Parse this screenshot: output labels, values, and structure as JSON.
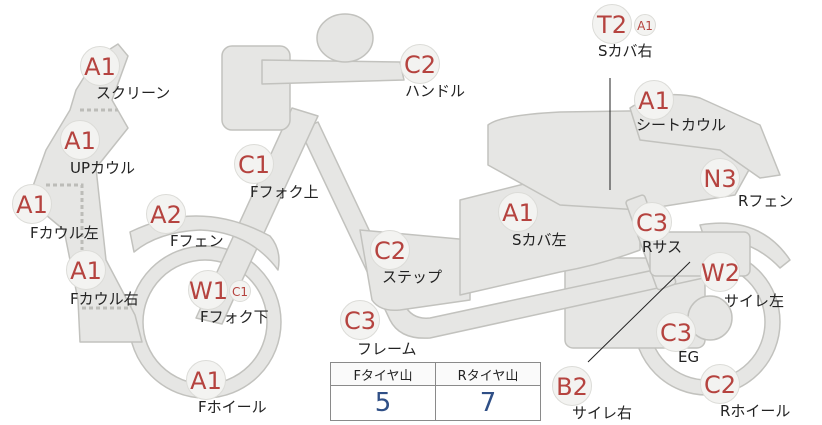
{
  "parts": [
    {
      "id": "screen",
      "grade": "A1",
      "label": "スクリーン"
    },
    {
      "id": "upcowl",
      "grade": "A1",
      "label": "UPカウル"
    },
    {
      "id": "fcowl-left",
      "grade": "A1",
      "label": "Fカウル左"
    },
    {
      "id": "fcowl-right",
      "grade": "A1",
      "label": "Fカウル右"
    },
    {
      "id": "ffender",
      "grade": "A2",
      "label": "Fフェン"
    },
    {
      "id": "ffork-upper",
      "grade": "C1",
      "label": "Fフォク上"
    },
    {
      "id": "ffork-lower",
      "grade": "W1",
      "grade2": "C1",
      "label": "Fフォク下"
    },
    {
      "id": "fwheel",
      "grade": "A1",
      "label": "Fホイール"
    },
    {
      "id": "handle",
      "grade": "C2",
      "label": "ハンドル"
    },
    {
      "id": "step",
      "grade": "C2",
      "label": "ステップ"
    },
    {
      "id": "frame",
      "grade": "C3",
      "label": "フレーム"
    },
    {
      "id": "scover-left",
      "grade": "A1",
      "label": "Sカバ左"
    },
    {
      "id": "scover-right",
      "grade": "T2",
      "grade2": "A1",
      "label": "Sカバ右"
    },
    {
      "id": "seatcowl",
      "grade": "A1",
      "label": "シートカウル"
    },
    {
      "id": "rfender",
      "grade": "N3",
      "label": "Rフェン"
    },
    {
      "id": "rsus",
      "grade": "C3",
      "label": "Rサス"
    },
    {
      "id": "muffler-left",
      "grade": "W2",
      "label": "サイレ左"
    },
    {
      "id": "engine",
      "grade": "C3",
      "label": "EG"
    },
    {
      "id": "rwheel",
      "grade": "C2",
      "label": "Rホイール"
    },
    {
      "id": "muffler-right",
      "grade": "B2",
      "label": "サイレ右"
    }
  ],
  "tread": {
    "front_label": "Fタイヤ山",
    "rear_label": "Rタイヤ山",
    "front_value": "5",
    "rear_value": "7"
  },
  "colors": {
    "part_fill": "#e6e6e4",
    "part_stroke": "#c2c2be",
    "grade_text": "#b5433f",
    "tread_value": "#2f4f86"
  }
}
